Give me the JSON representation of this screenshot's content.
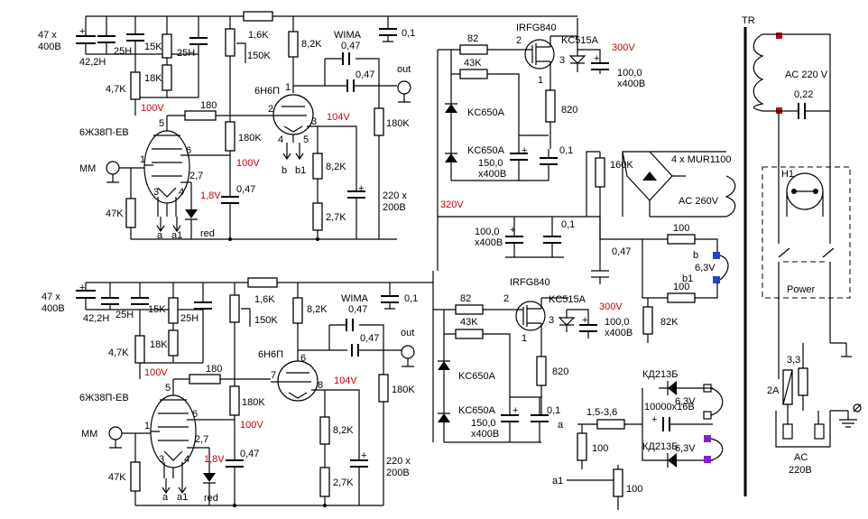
{
  "labels": {
    "c_47x400": "47 x",
    "c_47x400b": "400В",
    "c_42_2h": "42,2Н",
    "c_25h": "25Н",
    "r_15k": "15K",
    "r_18k": "18K",
    "c_25h_b": "25Н",
    "r_4_7k": "4,7K",
    "v_100": "100V",
    "r_180": "180",
    "tube_6zh": "6Ж38П-ЕВ",
    "mm": "MM",
    "r_47k": "47K",
    "pin1": "1",
    "pin2": "2",
    "pin3": "3",
    "pin4": "4",
    "pin5": "5",
    "pin6": "6",
    "pin7": "7",
    "pin8": "8",
    "pin2_7": "2,7",
    "v_1_8": "1,8V",
    "red": "red",
    "a": "a",
    "a1": "a1",
    "b": "b",
    "b1": "b1",
    "c_0_47": "0,47",
    "r_180k": "180K",
    "r_1_6k": "1,6K",
    "r_150k": "150K",
    "r_8_2k": "8,2K",
    "wima": "WIMA",
    "tube_6n6p": "6Н6П",
    "v_104": "104V",
    "r_2_7k": "2,7K",
    "c_0_1": "0,1",
    "out": "out",
    "c_220x": "220 x",
    "c_200b": "200В",
    "r_82": "82",
    "r_43k": "43K",
    "irfg": "IRFG840",
    "kc515": "KC515A",
    "kc650": "KC650A",
    "v_300": "300V",
    "c_100_0": "100,0",
    "c_x400": "x400В",
    "r_820": "820",
    "c_150_0": "150,0",
    "v_320": "320V",
    "r_160k": "160K",
    "diodes": "4 x MUR1100",
    "ac_260": "AC  260V",
    "r_100": "100",
    "v_6_3": "6,3V",
    "r_82k": "82K",
    "r_1_5": "1,5-3,6",
    "kd213": "КД213Б",
    "c_10000": "10000х16В",
    "tr": "TR",
    "ac_220": "AC 220 V",
    "c_0_22": "0,22",
    "h1": "H1",
    "power": "Power",
    "fuse_2a": "2A",
    "r_3_3": "3,3",
    "ac_label": "AC",
    "ac_220b": "220В"
  },
  "colors": {
    "wire": "#000000",
    "voltage_text": "#cc0000",
    "marker_red": "#cc0000",
    "marker_blue": "#2244cc",
    "marker_purple": "#8822cc"
  }
}
